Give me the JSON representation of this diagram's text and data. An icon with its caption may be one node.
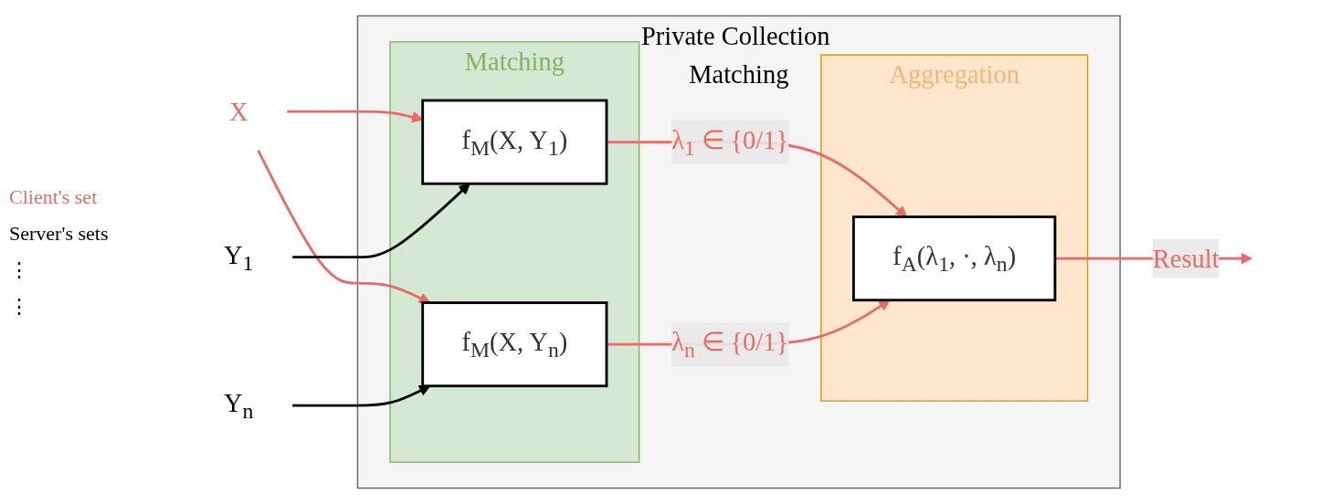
{
  "diagram": {
    "nodes": [
      {
        "text": [
          "Private Collection Matching"
        ]
      },
      {
        "text": [
          "Matching"
        ],
        "in": 0
      },
      {
        "text": [
          "f$_{M}$(X, Y$_{1}$)"
        ],
        "in": 1
      },
      {
        "text": [
          "f$_{M}$(X, Y$_{n}$)"
        ],
        "in": 1
      },
      {
        "text": [
          "Aggregation"
        ],
        "in": 0
      },
      {
        "text": [
          "f$_{A}$(λ$_{1}$, ·, λ$_{n}$)"
        ],
        "in": 4
      },
      {
        "text": [
          "X"
        ]
      },
      {
        "text": [
          "Y$_{1}$"
        ]
      },
      {
        "text": [
          "Y$_{n}$"
        ]
      }
    ],
    "edges": [
      {
        "from": 6,
        "to": 2,
        "arrow": "to"
      },
      {
        "from": 6,
        "to": 3,
        "arrow": "to"
      },
      {
        "from": 7,
        "to": 2,
        "arrow": "to",
        "color": "#000000"
      },
      {
        "from": 8,
        "to": 3,
        "arrow": "to",
        "color": "#000000"
      },
      {
        "from": 2,
        "to": 5,
        "arrow": "to",
        "label": "λ$_{1}$ ∈ {0/1}"
      },
      {
        "from": 3,
        "to": 5,
        "arrow": "to",
        "label": "λ$_{n}$ ∈ {0/1}"
      },
      {
        "from": 5,
        "to": null,
        "arrow": "to",
        "label": "Result"
      }
    ],
    "labels": [
      "Client's set",
      "Server's sets",
      "⋮",
      "⋮"
    ]
  }
}
